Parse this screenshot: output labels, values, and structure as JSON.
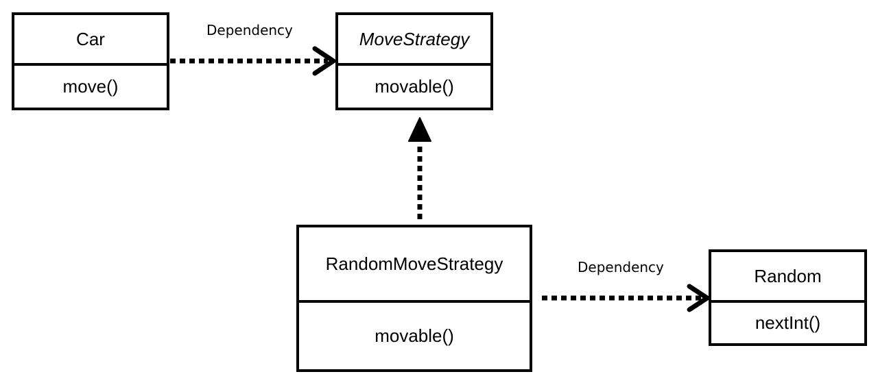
{
  "classes": {
    "car": {
      "name": "Car",
      "method": "move()"
    },
    "move_strategy": {
      "name": "MoveStrategy",
      "method": "movable()"
    },
    "random_move_strategy": {
      "name": "RandomMoveStrategy",
      "method": "movable()"
    },
    "random": {
      "name": "Random",
      "method": "nextInt()"
    }
  },
  "relations": {
    "car_to_move_strategy": {
      "label": "Dependency"
    },
    "random_move_strategy_to_random": {
      "label": "Dependency"
    }
  },
  "colors": {
    "stroke": "#000000",
    "background": "#ffffff"
  }
}
